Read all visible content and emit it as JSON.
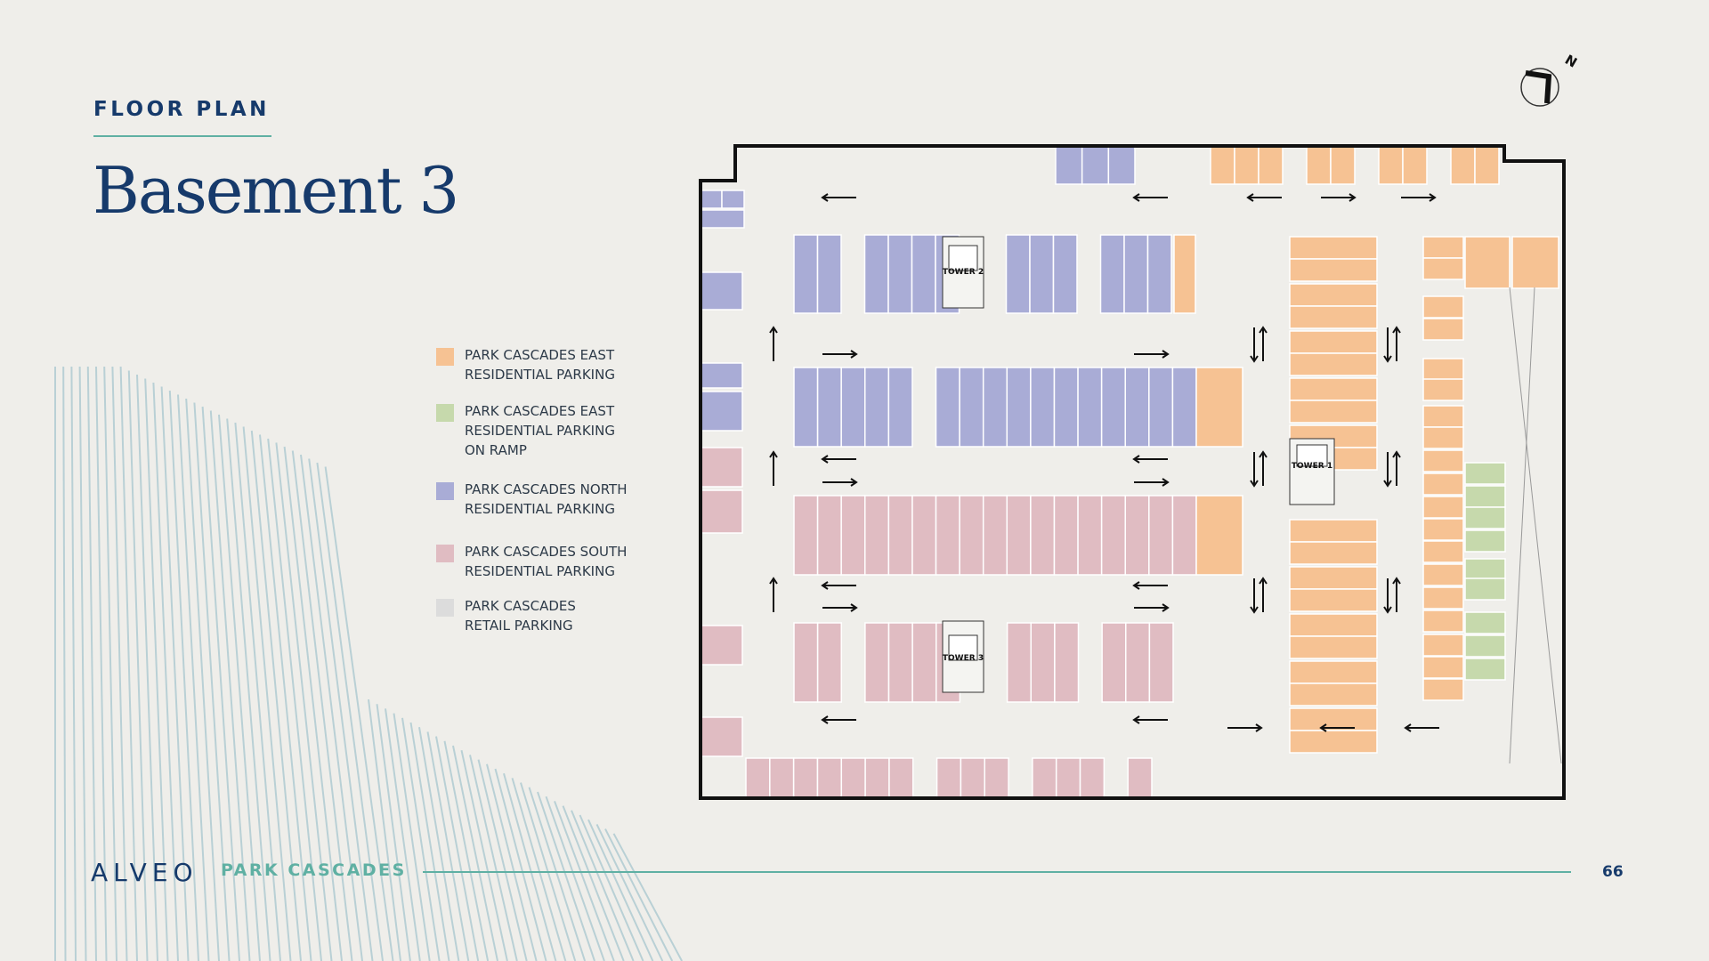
{
  "header": {
    "eyebrow": "FLOOR PLAN",
    "title": "Basement 3"
  },
  "legend": [
    {
      "key": "east",
      "label": "PARK CASCADES EAST\nRESIDENTIAL PARKING",
      "color": "#f6c293"
    },
    {
      "key": "east-ramp",
      "label": "PARK CASCADES EAST\nRESIDENTIAL PARKING\nON RAMP",
      "color": "#c6d9ac"
    },
    {
      "key": "north",
      "label": "PARK CASCADES NORTH\nRESIDENTIAL PARKING",
      "color": "#a9acd6"
    },
    {
      "key": "south",
      "label": "PARK CASCADES SOUTH\nRESIDENTIAL PARKING",
      "color": "#e0bcc2"
    },
    {
      "key": "retail",
      "label": "PARK CASCADES\nRETAIL PARKING",
      "color": "#dcdcdc"
    }
  ],
  "plan": {
    "towers": [
      "TOWER 2",
      "TOWER 1",
      "TOWER 3"
    ],
    "compass_label": "N"
  },
  "footer": {
    "brand": "ALVEO",
    "project": "PARK CASCADES",
    "page": "66"
  }
}
